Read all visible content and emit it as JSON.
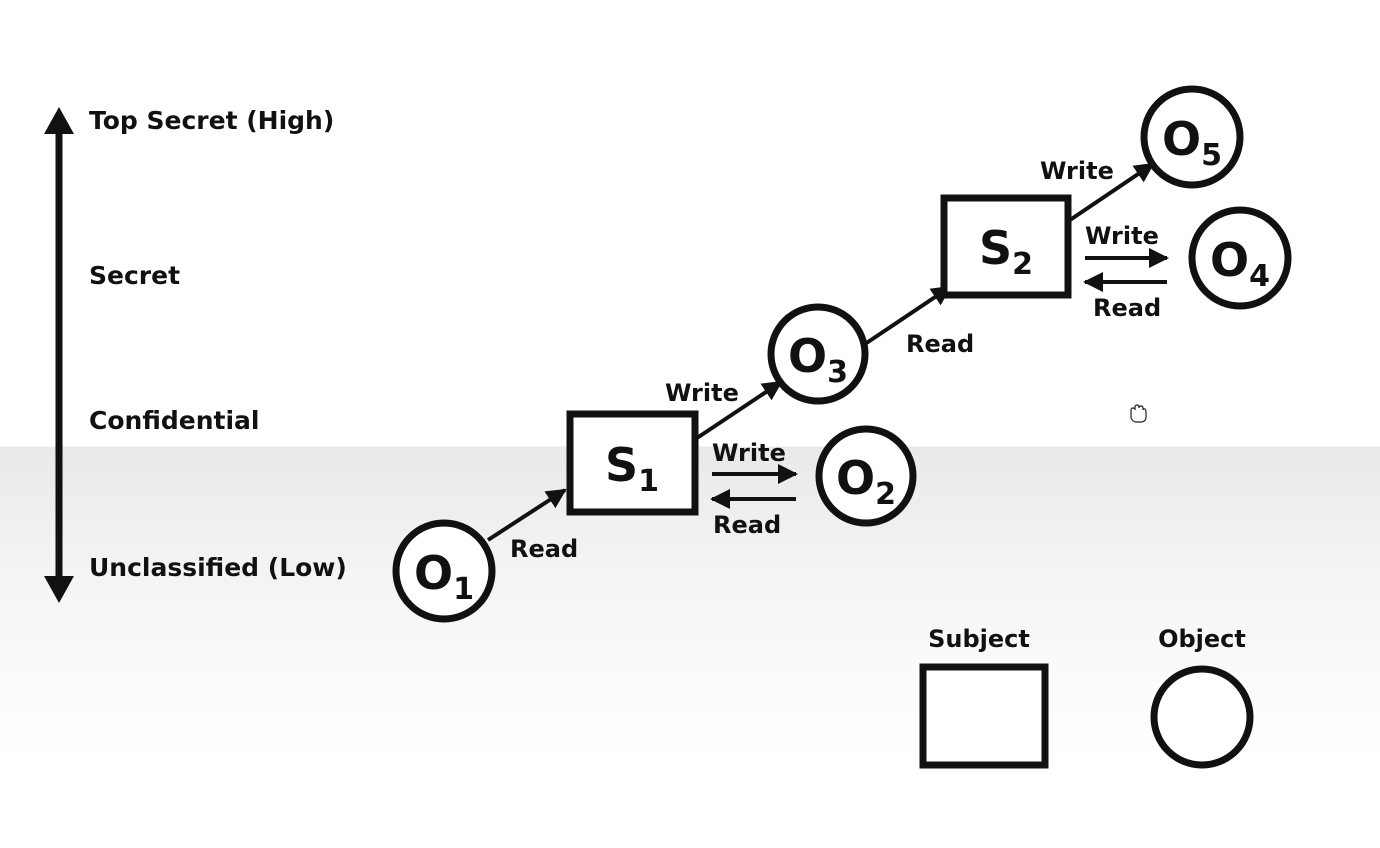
{
  "levels": {
    "top": "Top Secret (High)",
    "secret": "Secret",
    "confidential": "Confidential",
    "unclassified": "Unclassified (Low)"
  },
  "nodes": {
    "o1": {
      "base": "O",
      "sub": "1"
    },
    "s1": {
      "base": "S",
      "sub": "1"
    },
    "o2": {
      "base": "O",
      "sub": "2"
    },
    "o3": {
      "base": "O",
      "sub": "3"
    },
    "s2": {
      "base": "S",
      "sub": "2"
    },
    "o4": {
      "base": "O",
      "sub": "4"
    },
    "o5": {
      "base": "O",
      "sub": "5"
    }
  },
  "edges": {
    "o1_s1": "Read",
    "s1_o2_write": "Write",
    "s1_o2_read": "Read",
    "s1_o3": "Write",
    "o3_s2": "Read",
    "s2_o4_write": "Write",
    "s2_o4_read": "Read",
    "s2_o5": "Write"
  },
  "legend": {
    "subject": "Subject",
    "object": "Object"
  }
}
